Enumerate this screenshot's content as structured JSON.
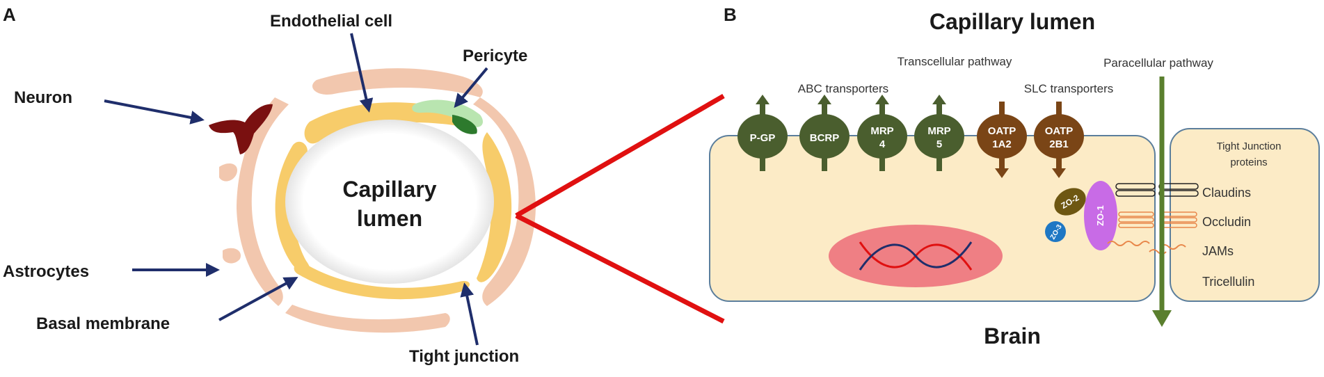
{
  "panel_a": {
    "letter": "A",
    "center_label_line1": "Capillary",
    "center_label_line2": "lumen",
    "labels": {
      "endothelial": "Endothelial cell",
      "pericyte": "Pericyte",
      "neuron": "Neuron",
      "astrocytes": "Astrocytes",
      "basal": "Basal membrane",
      "tight": "Tight junction"
    }
  },
  "panel_b": {
    "letter": "B",
    "top_title": "Capillary lumen",
    "bottom_title": "Brain",
    "transcellular": "Transcellular pathway",
    "paracellular": "Paracellular pathway",
    "abc": "ABC transporters",
    "slc": "SLC transporters",
    "pumps": [
      {
        "line1": "P-GP",
        "line2": "",
        "color": "#4a5e2e",
        "dir": "out"
      },
      {
        "line1": "BCRP",
        "line2": "",
        "color": "#4a5e2e",
        "dir": "out"
      },
      {
        "line1": "MRP",
        "line2": "4",
        "color": "#4a5e2e",
        "dir": "out"
      },
      {
        "line1": "MRP",
        "line2": "5",
        "color": "#4a5e2e",
        "dir": "out"
      },
      {
        "line1": "OATP",
        "line2": "1A2",
        "color": "#7a4516",
        "dir": "in"
      },
      {
        "line1": "OATP",
        "line2": "2B1",
        "color": "#7a4516",
        "dir": "in"
      }
    ],
    "tj_title_line1": "Tight Junction",
    "tj_title_line2": "proteins",
    "tj_items": [
      "Claudins",
      "Occludin",
      "JAMs",
      "Tricellulin"
    ],
    "zo1": "ZO-1",
    "zo2": "ZO-2",
    "zo3": "ZO-3",
    "colors": {
      "cell_fill": "#fcebc6",
      "cell_stroke": "#5b7e9c",
      "arrow_green": "#5a7f2e",
      "red_line": "#e01010",
      "navy": "#1f2e6b"
    }
  }
}
